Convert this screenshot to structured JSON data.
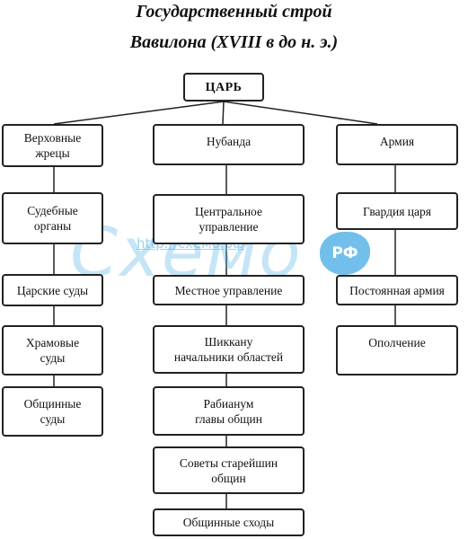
{
  "title": {
    "line1": "Государственный строй",
    "line2": "Вавилона (XVIII в до н. э.)"
  },
  "root": "ЦАРЬ",
  "columns": [
    {
      "head": "Верховные\nжрецы",
      "items": [
        "Судебные\nорганы",
        "Царские суды",
        "Храмовые\nсуды",
        "Общинные\nсуды"
      ]
    },
    {
      "head": "Нубанда",
      "items": [
        "Центральное\nуправление",
        "Местное управление",
        "Шиккану\nначальники областей",
        "Рабианум\nглавы общин",
        "Советы старейшин\nобщин",
        "Общинные сходы"
      ]
    },
    {
      "head": "Армия",
      "items": [
        "Гвардия царя",
        "Постоянная армия",
        "Ополчение"
      ]
    }
  ],
  "watermark": {
    "logo": "Схемо",
    "url": "http://схемо.рф",
    "badge": "РФ"
  }
}
